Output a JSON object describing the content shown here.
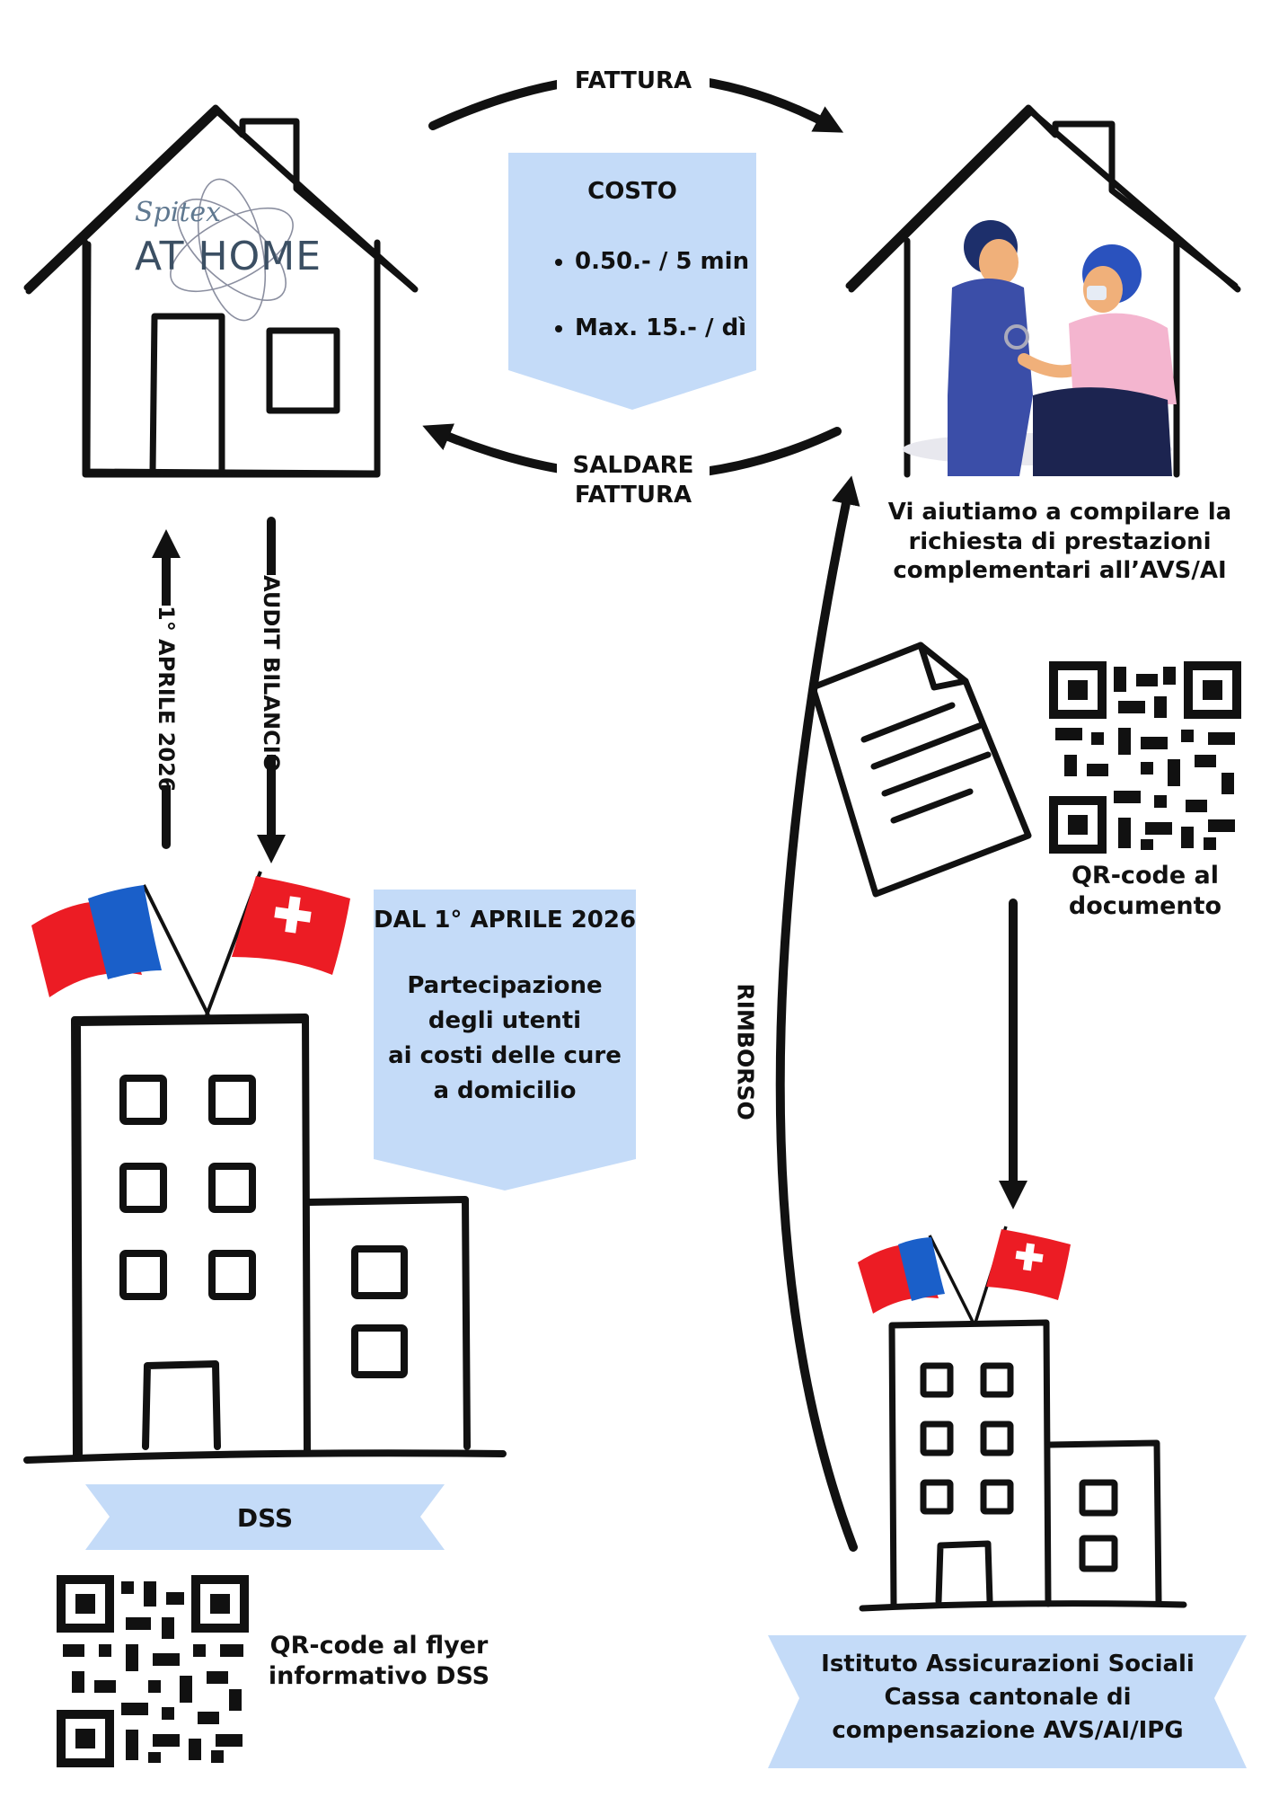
{
  "colors": {
    "box": "#c4dbf8",
    "ink": "#111111",
    "flag_red": "#ec1c24",
    "flag_blue": "#1a5fc9"
  },
  "top": {
    "arrow_invoice_label": "FATTURA",
    "arrow_pay_label_line1": "SALDARE",
    "arrow_pay_label_line2": "FATTURA"
  },
  "logo": {
    "script_text": "Spitex",
    "main_text": "AT HOME"
  },
  "cost_box": {
    "title": "COSTO",
    "items": [
      "0.50.- / 5 min",
      "Max. 15.- / dì"
    ]
  },
  "help_text": [
    "Vi aiutiamo a compilare la",
    "richiesta di prestazioni",
    "complementari all’AVS/AI"
  ],
  "left_arrows": {
    "up_label": "1° APRILE 2026",
    "down_label": "AUDIT BILANCIO"
  },
  "info_box": {
    "title": "DAL 1° APRILE 2026",
    "lines": [
      "Partecipazione",
      "degli utenti",
      "ai costi delle cure",
      "a domicilio"
    ]
  },
  "dss": {
    "banner": "DSS",
    "qr_caption": [
      "QR-code al flyer",
      "informativo DSS"
    ]
  },
  "document": {
    "qr_caption": [
      "QR-code al",
      "documento"
    ]
  },
  "refund_label": "RIMBORSO",
  "institute_banner": [
    "Istituto Assicurazioni Sociali",
    "Cassa cantonale di",
    "compensazione AVS/AI/IPG"
  ],
  "icons": [
    "house-icon",
    "atom-icon",
    "caregiver-illustration",
    "document-icon",
    "qr-code-icon",
    "building-icon",
    "flag-icon"
  ]
}
